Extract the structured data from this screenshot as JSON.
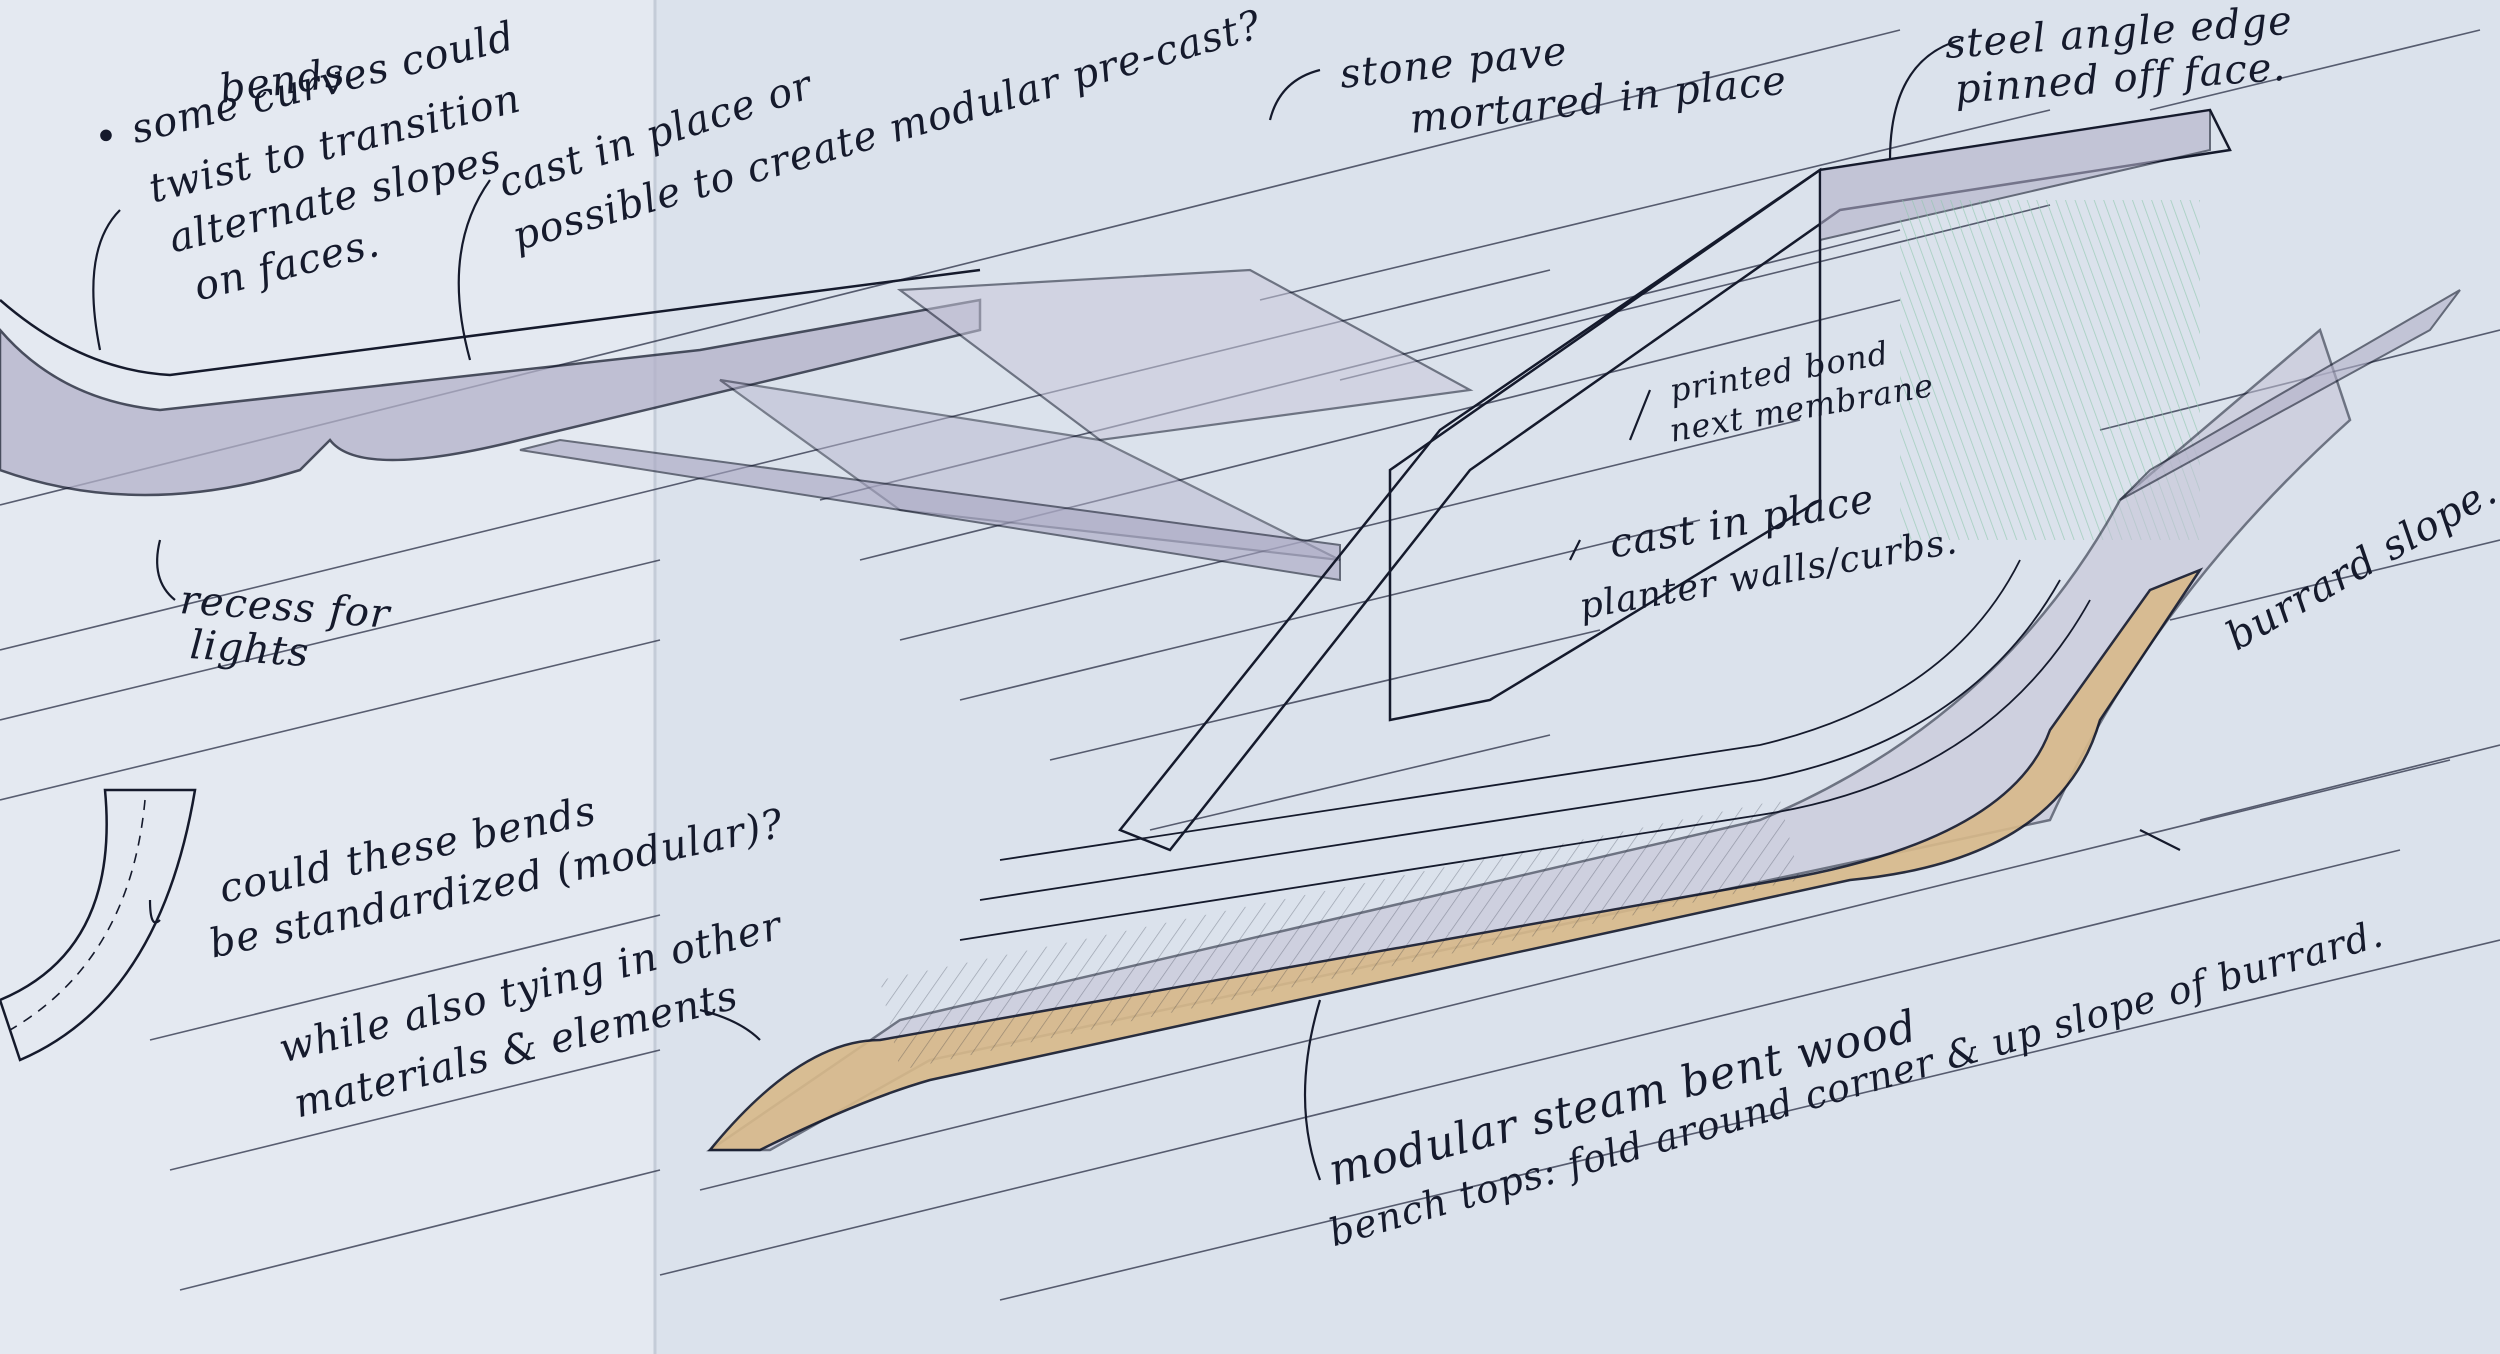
{
  "sketch": {
    "colors": {
      "paper": "#e3e9f1",
      "paper_right": "#d9e1ec",
      "ink": "#151a2c",
      "grey_wash": "#a8a6c2",
      "wood": "#d8b98a",
      "mint": "#bfe3d3"
    },
    "annotations": {
      "bends_1": "bends",
      "bends_2": "• some curves could",
      "bends_3": "twist to transition",
      "bends_4": "alternate slopes",
      "bends_5": "on faces.",
      "cast_1": "cast in place or",
      "cast_2": "possible to create modular pre-cast?",
      "stone_1": "stone pave",
      "stone_2": "mortared in place",
      "steel_1": "steel angle edge",
      "steel_2": "pinned off face.",
      "printed_1": "printed bond",
      "printed_2": "next membrane",
      "cast_planter_1": "cast in place",
      "cast_planter_2": "planter walls/curbs.",
      "recess_1": "recess for",
      "recess_2": "lights",
      "standard_1": "could these bends",
      "standard_2": "be standardized (modular)?",
      "tying_1": "while also tying in other",
      "tying_2": "materials & elements",
      "modular_1": "modular steam bent wood",
      "modular_2": "bench tops: fold around corner & up slope of burrard.",
      "burrard": "burrard slope."
    }
  }
}
